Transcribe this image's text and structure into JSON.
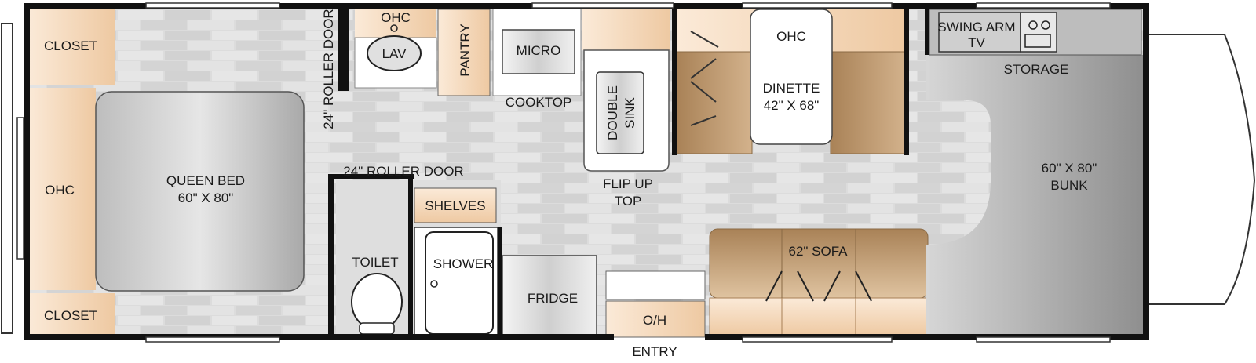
{
  "floorplan": {
    "labels": {
      "closet_top": "CLOSET",
      "closet_bottom": "CLOSET",
      "ohc_rear": "OHC",
      "queen_bed_line1": "QUEEN BED",
      "queen_bed_line2": "60\" X 80\"",
      "roller_door_vertical": "24\" ROLLER DOOR",
      "roller_door_horizontal": "24\" ROLLER DOOR",
      "ohc_bath": "OHC",
      "lav": "LAV",
      "pantry": "PANTRY",
      "micro": "MICRO",
      "cooktop": "COOKTOP",
      "double_sink_line1": "DOUBLE",
      "double_sink_line2": "SINK",
      "flip_up_top_line1": "FLIP UP",
      "flip_up_top_line2": "TOP",
      "ohc_dinette": "OHC",
      "dinette_line1": "DINETTE",
      "dinette_line2": "42\" X 68\"",
      "shelves": "SHELVES",
      "toilet": "TOILET",
      "shower": "SHOWER",
      "fridge": "FRIDGE",
      "oh": "O/H",
      "entry": "ENTRY",
      "sofa": "62\" SOFA",
      "swing_arm_tv_line1": "SWING ARM",
      "swing_arm_tv_line2": "TV",
      "storage": "STORAGE",
      "bunk_line1": "60\" X 80\"",
      "bunk_line2": "BUNK"
    },
    "colors": {
      "floor": "#d9d9d9",
      "wall": "#111111",
      "cabinet_light": "#f6dcc0",
      "cabinet_mid": "#e9c39a",
      "seat_brown": "#bf9b72",
      "bed_gray": "#a8a8a8"
    }
  }
}
